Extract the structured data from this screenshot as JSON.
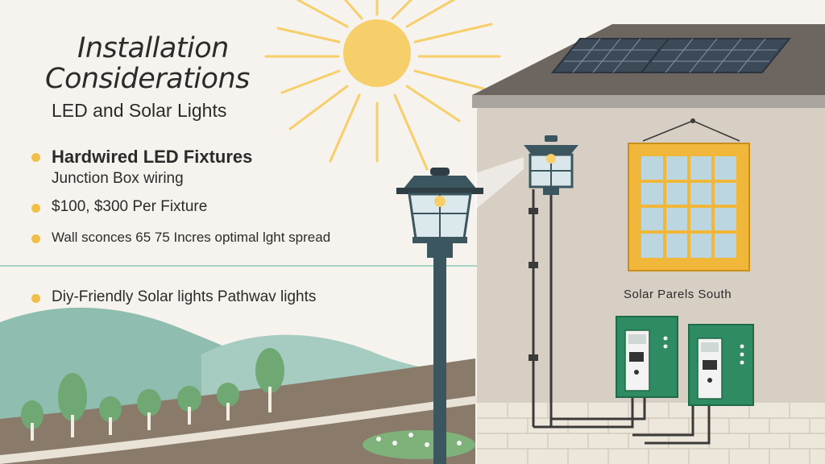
{
  "title": {
    "line1": "Installation",
    "line2": "Considerations",
    "subtitle": "LED and Solar Lights"
  },
  "bullets": [
    {
      "heading": "Hardwired LED Fixtures",
      "detail": "Junction Box wiring"
    },
    {
      "text": "$100,  $300 Per Fixture"
    },
    {
      "text": "Wall sconces  65 75  Incres optimal lght spread"
    },
    {
      "text": "Diy-Friendly  Solar lights Pathwav  lights"
    }
  ],
  "labels": {
    "solar_panels": "Solar  Parels  South"
  },
  "colors": {
    "sun": "#f6cf6b",
    "bullet": "#f2bf45",
    "hills": "#8fbdb0",
    "path": "#8a7a6a",
    "wall": "#d8cfc4",
    "roof": "#6d6560",
    "panel": "#3c4a58",
    "junction_box": "#2f8b62",
    "window_frame": "#f1b73a",
    "lamp_post": "#3c5660"
  }
}
